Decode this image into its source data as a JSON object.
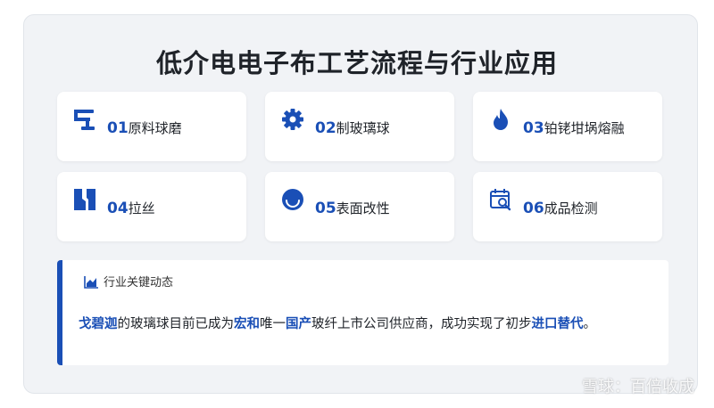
{
  "title": "低介电电子布工艺流程与行业应用",
  "steps": [
    {
      "num": "01",
      "label": "原料球磨",
      "icon": "mixer-icon"
    },
    {
      "num": "02",
      "label": "制玻璃球",
      "icon": "gear-icon"
    },
    {
      "num": "03",
      "label": "铂铑坩埚熔融",
      "icon": "flame-icon"
    },
    {
      "num": "04",
      "label": "拉丝",
      "icon": "wire-drawing-icon"
    },
    {
      "num": "05",
      "label": "表面改性",
      "icon": "circle-arc-icon"
    },
    {
      "num": "06",
      "label": "成品检测",
      "icon": "calendar-search-icon"
    }
  ],
  "news": {
    "heading": "行业关键动态",
    "parts": [
      "戈碧迦",
      "的玻璃球目前已成为",
      "宏和",
      "唯一",
      "国产",
      "玻纤上市公司供应商，成功实现了初步",
      "进口替代",
      "。"
    ]
  },
  "watermark": "雪球：百倍收成",
  "colors": {
    "accent": "#1a4fb6",
    "background": "#f1f3f6"
  }
}
